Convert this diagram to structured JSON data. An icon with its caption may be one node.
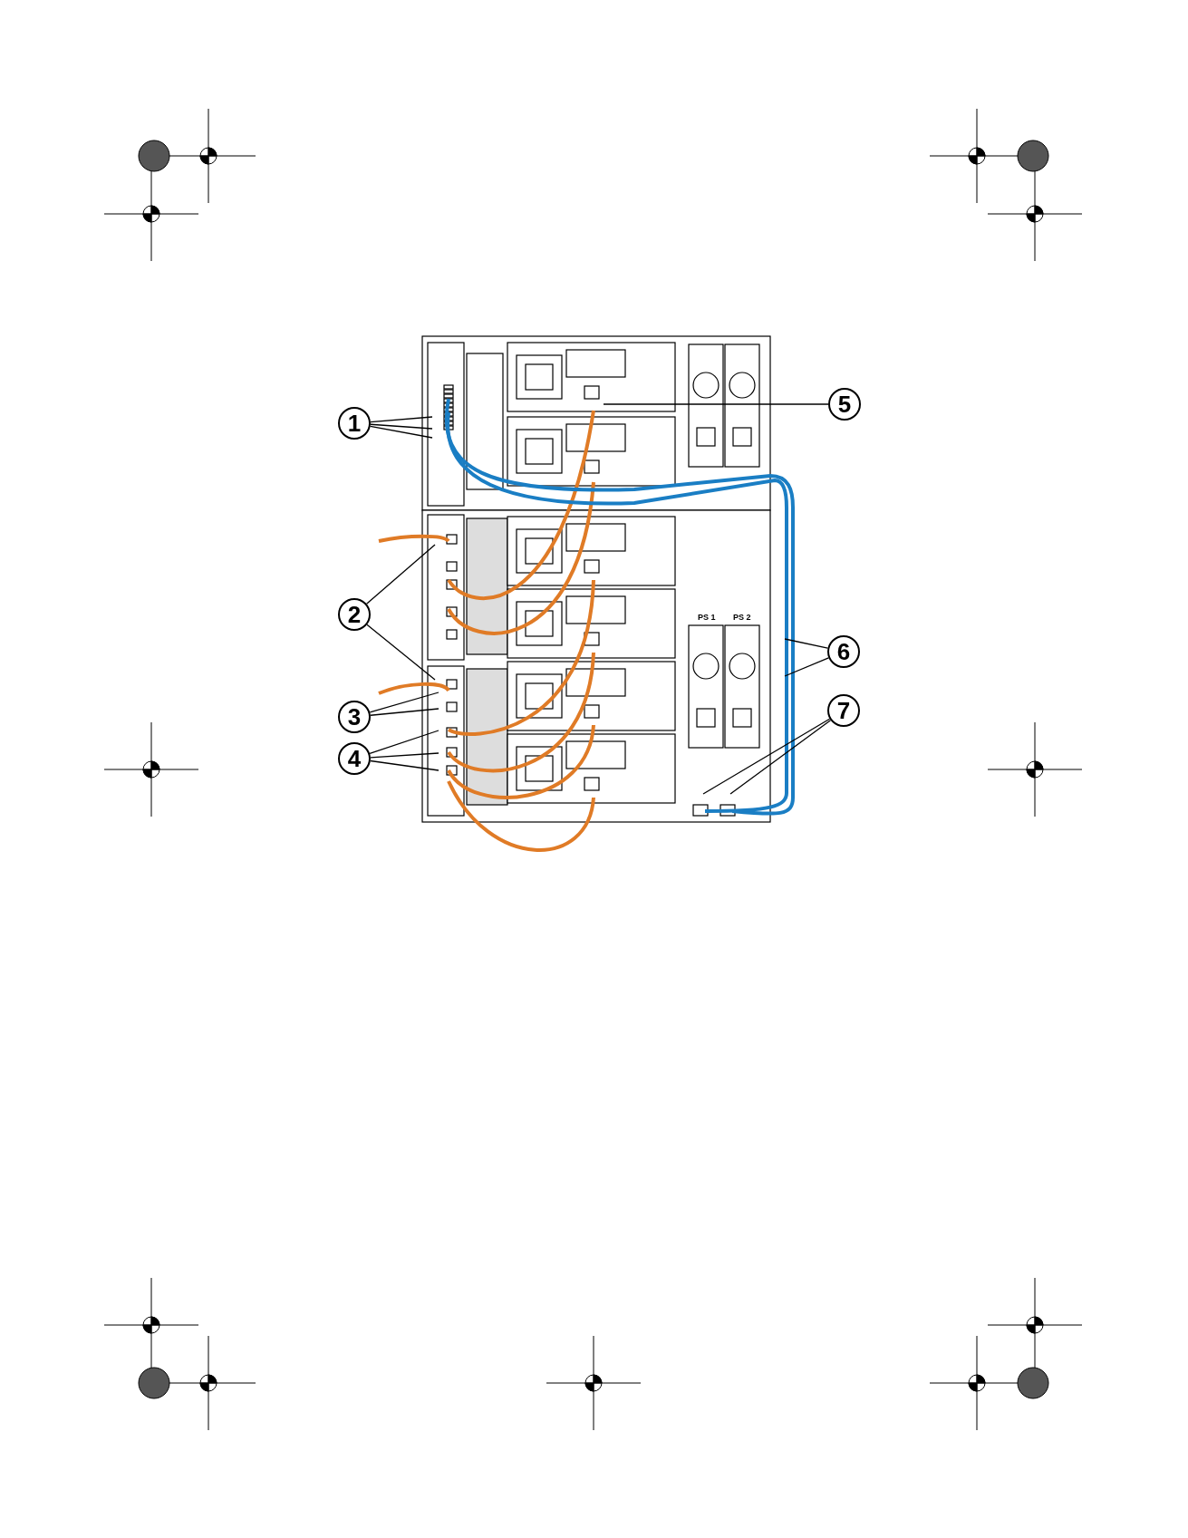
{
  "diagram": {
    "nodes": [
      {
        "text": [
          "1"
        ]
      },
      {
        "text": [
          "2"
        ]
      },
      {
        "text": [
          "3"
        ]
      },
      {
        "text": [
          "4"
        ]
      },
      {
        "text": [
          "5"
        ]
      },
      {
        "text": [
          "6"
        ]
      },
      {
        "text": [
          "7"
        ]
      }
    ],
    "edges": [
      {
        "from": 0,
        "to": null,
        "arrow": "none"
      },
      {
        "from": 0,
        "to": null,
        "arrow": "none"
      },
      {
        "from": 0,
        "to": null,
        "arrow": "none"
      },
      {
        "from": 1,
        "to": null,
        "arrow": "none"
      },
      {
        "from": 1,
        "to": null,
        "arrow": "none"
      },
      {
        "from": 2,
        "to": null,
        "arrow": "none"
      },
      {
        "from": 2,
        "to": null,
        "arrow": "none"
      },
      {
        "from": 3,
        "to": null,
        "arrow": "none"
      },
      {
        "from": 3,
        "to": null,
        "arrow": "none"
      },
      {
        "from": 3,
        "to": null,
        "arrow": "none"
      },
      {
        "from": 4,
        "to": null,
        "arrow": "none"
      },
      {
        "from": 5,
        "to": null,
        "arrow": "none"
      },
      {
        "from": 5,
        "to": null,
        "arrow": "none"
      },
      {
        "from": 6,
        "to": null,
        "arrow": "none"
      },
      {
        "from": 6,
        "to": null,
        "arrow": "none"
      }
    ],
    "labels": [
      "PS 1",
      "PS 2"
    ]
  }
}
